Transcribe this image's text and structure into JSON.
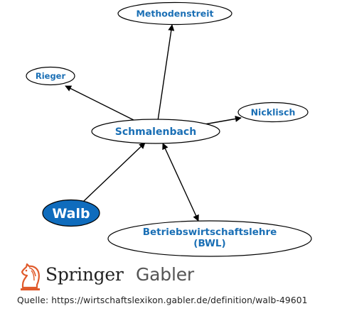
{
  "diagram": {
    "nodes": {
      "methodenstreit": {
        "label": "Methodenstreit"
      },
      "rieger": {
        "label": "Rieger"
      },
      "nicklisch": {
        "label": "Nicklisch"
      },
      "schmalenbach": {
        "label": "Schmalenbach"
      },
      "walb": {
        "label": "Walb"
      },
      "bwl": {
        "line1": "Betriebswirtschaftslehre",
        "line2": "(BWL)"
      }
    },
    "edges": [
      {
        "from": "Schmalenbach",
        "to": "Methodenstreit",
        "direction": "forward"
      },
      {
        "from": "Schmalenbach",
        "to": "Rieger",
        "direction": "forward"
      },
      {
        "from": "Schmalenbach",
        "to": "Nicklisch",
        "direction": "forward"
      },
      {
        "from": "Walb",
        "to": "Schmalenbach",
        "direction": "forward"
      },
      {
        "from": "Schmalenbach",
        "to": "Betriebswirtschaftslehre (BWL)",
        "direction": "both"
      }
    ],
    "colors": {
      "node_text": "#1a6fb5",
      "highlight_fill": "#0f6cbd",
      "highlight_text": "#ffffff",
      "edge": "#000000"
    }
  },
  "branding": {
    "springer": "Springer",
    "gabler": "Gabler",
    "logo_icon": "knight-chess-piece-icon",
    "logo_color": "#e05a2b"
  },
  "source": {
    "text": "Quelle: https://wirtschaftslexikon.gabler.de/definition/walb-49601"
  }
}
